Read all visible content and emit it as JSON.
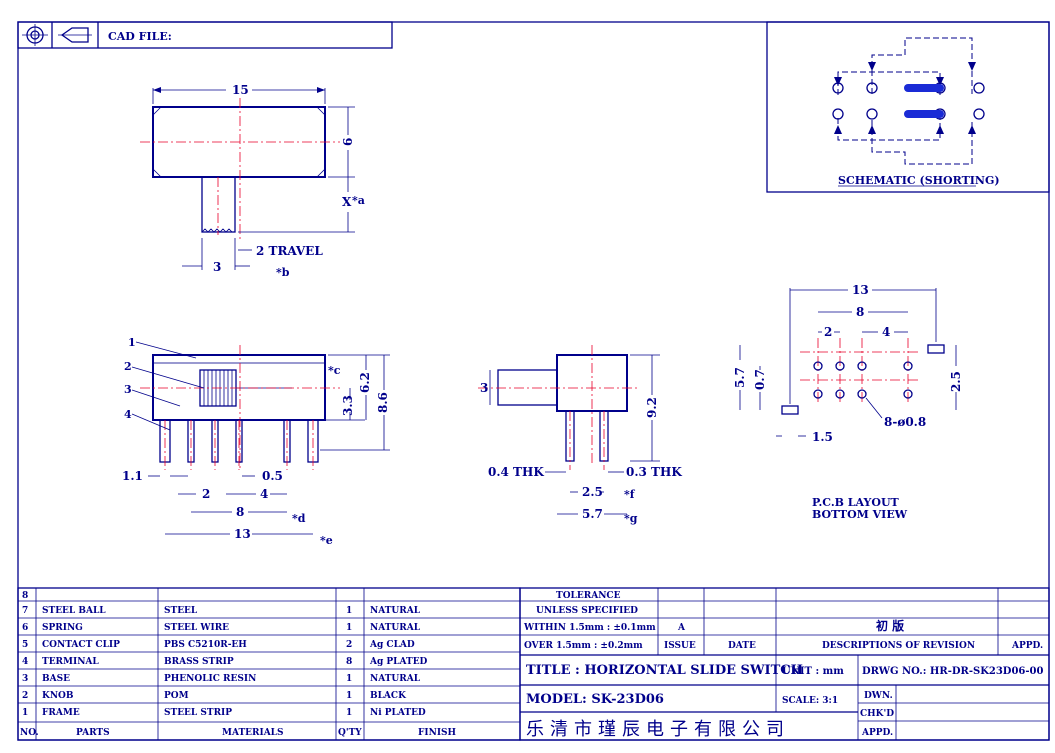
{
  "header": {
    "cad_file_label": "CAD FILE:"
  },
  "schematic": {
    "caption": "SCHEMATIC (SHORTING)"
  },
  "top_view": {
    "width_dim": "15",
    "height_dim": "6",
    "x_dim": "X",
    "x_note": "*a",
    "travel_dim": "2 TRAVEL",
    "knob_dim": "3",
    "knob_note": "*b"
  },
  "front_view": {
    "callouts": [
      "1",
      "2",
      "3",
      "4"
    ],
    "dim_c": "*c",
    "dim_3_3": "3.3",
    "dim_6_2": "6.2",
    "dim_8_6": "8.6",
    "dim_1_1": "1.1",
    "dim_0_5": "0.5",
    "dim_2": "2",
    "dim_4": "4",
    "dim_8": "8",
    "dim_d": "*d",
    "dim_13": "13",
    "dim_e": "*e"
  },
  "side_view": {
    "dim_3": "3",
    "dim_9_2": "9.2",
    "thk_left": "0.4 THK",
    "thk_right": "0.3 THK",
    "dim_2_5": "2.5",
    "dim_f": "*f",
    "dim_5_7": "5.7",
    "dim_g": "*g"
  },
  "pcb": {
    "dim_13": "13",
    "dim_8": "8",
    "dim_2": "2",
    "dim_4": "4",
    "dim_5_7": "5.7",
    "dim_0_7": "0.7",
    "dim_2_5": "2.5",
    "dim_1_5": "1.5",
    "holes": "8-ø0.8",
    "caption_line1": "P.C.B LAYOUT",
    "caption_line2": "BOTTOM VIEW"
  },
  "bom": {
    "headers": [
      "NO.",
      "PARTS",
      "MATERIALS",
      "Q'TY",
      "FINISH"
    ],
    "rows": [
      {
        "no": "8",
        "part": "",
        "material": "",
        "qty": "",
        "finish": ""
      },
      {
        "no": "7",
        "part": "STEEL BALL",
        "material": "STEEL",
        "qty": "1",
        "finish": "NATURAL"
      },
      {
        "no": "6",
        "part": "SPRING",
        "material": "STEEL WIRE",
        "qty": "1",
        "finish": "NATURAL"
      },
      {
        "no": "5",
        "part": "CONTACT CLIP",
        "material": "PBS C5210R-EH",
        "qty": "2",
        "finish": "Ag CLAD"
      },
      {
        "no": "4",
        "part": "TERMINAL",
        "material": "BRASS STRIP",
        "qty": "8",
        "finish": "Ag PLATED"
      },
      {
        "no": "3",
        "part": "BASE",
        "material": "PHENOLIC RESIN",
        "qty": "1",
        "finish": "NATURAL"
      },
      {
        "no": "2",
        "part": "KNOB",
        "material": "POM",
        "qty": "1",
        "finish": "BLACK"
      },
      {
        "no": "1",
        "part": "FRAME",
        "material": "STEEL STRIP",
        "qty": "1",
        "finish": "Ni PLATED"
      }
    ]
  },
  "title_block": {
    "tolerance_1": "TOLERANCE",
    "tolerance_2": "UNLESS  SPECIFIED",
    "within": "WITHIN 1.5mm : ±0.1mm",
    "over": "OVER 1.5mm : ±0.2mm",
    "issue_value": "A",
    "issue_label": "ISSUE",
    "date_label": "DATE",
    "revision_value": "初 版",
    "revision_label": "DESCRIPTIONS OF REVISION",
    "appd_label": "APPD.",
    "title": "TITLE : HORIZONTAL SLIDE SWITCH",
    "unit": "UNIT :  mm",
    "drwg_no": "DRWG NO.:  HR-DR-SK23D06-00",
    "model": "MODEL:  SK-23D06",
    "scale": "SCALE:  3:1",
    "dwn": "DWN.",
    "chkd": "CHK'D",
    "appd": "APPD.",
    "company": "乐清市瑾辰电子有限公司"
  }
}
